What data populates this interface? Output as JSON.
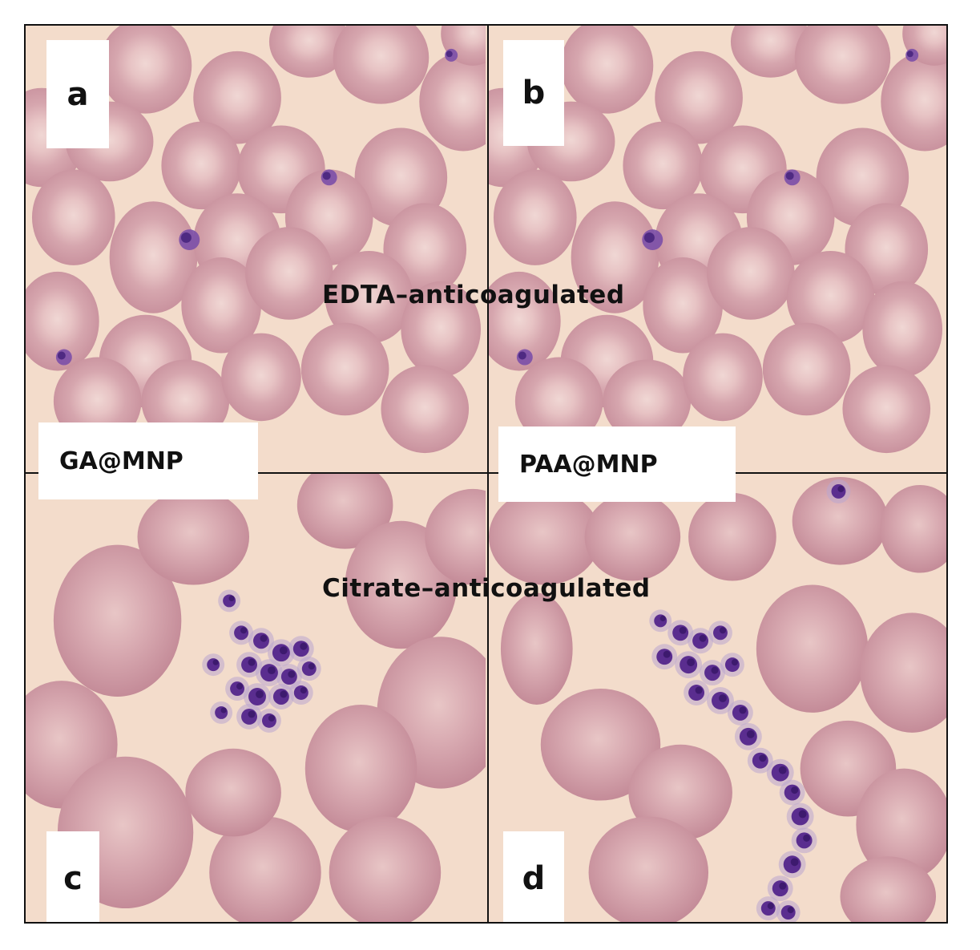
{
  "panels": {
    "a": {
      "letter": "a"
    },
    "b": {
      "letter": "b"
    },
    "c": {
      "letter": "c"
    },
    "d": {
      "letter": "d"
    }
  },
  "labels": {
    "left_sample": "GA@MNP",
    "right_sample": "PAA@MNP",
    "top_caption": "EDTA–anticoagulated",
    "bottom_caption": "Citrate–anticoagulated"
  },
  "colors": {
    "background": "#f3dccb",
    "rbc": "#d4a3ac",
    "rbc_center": "#eed2cf",
    "platelet": "#6a3d97"
  }
}
